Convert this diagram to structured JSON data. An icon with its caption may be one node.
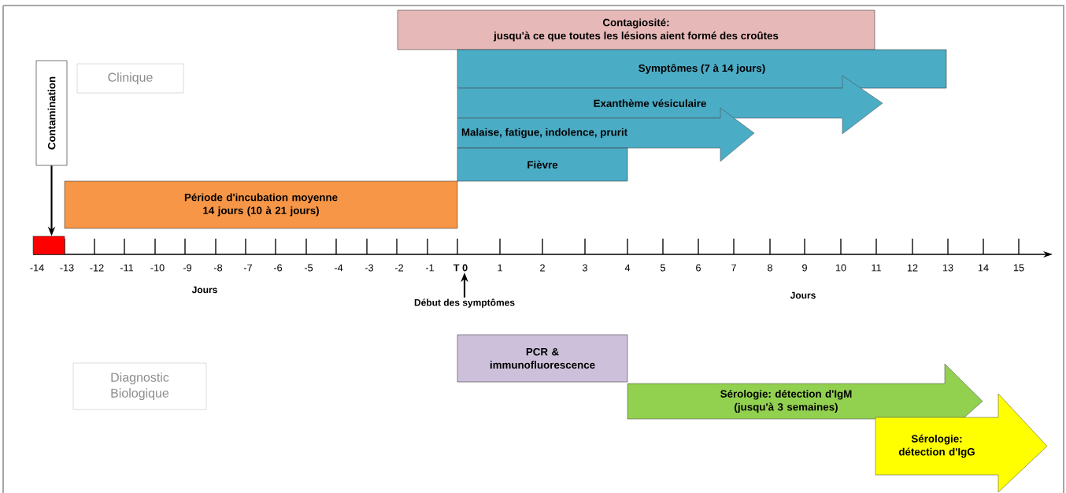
{
  "diagram": {
    "nodes": [
      {
        "text": [
          "Contagiosité:",
          "jusqu'à ce que toutes les lésions aient formé des croûtes"
        ]
      },
      {
        "text": [
          "Contamination"
        ]
      },
      {
        "text": [
          "Clinique"
        ]
      },
      {
        "text": [
          "Symptômes (7 à 14 jours)"
        ]
      },
      {
        "text": [
          "Exanthème vésiculaire"
        ]
      },
      {
        "text": [
          "Malaise, fatigue, indolence, prurit"
        ]
      },
      {
        "text": [
          "Fièvre"
        ]
      },
      {
        "text": [
          "Période d'incubation moyenne 14 jours (10 à 21 jours)"
        ]
      },
      {
        "text": [],
        "shape": "bar"
      },
      {
        "text": [
          "T 0"
        ]
      },
      {
        "text": [
          "Début des symptômes"
        ]
      },
      {
        "text": [
          "Diagnostic Biologique"
        ]
      },
      {
        "text": [
          "PCR & immunofluorescence"
        ]
      },
      {
        "text": [
          "Sérologie: détection d'IgM (jusqu'à 3 semaines)"
        ]
      },
      {
        "text": [
          "Sérologie: détection d'IgG"
        ]
      }
    ],
    "edges": [
      {
        "from": 1,
        "to": 8,
        "arrow": "to"
      },
      {
        "from": 10,
        "to": 9,
        "arrow": "to"
      }
    ],
    "labels": [
      "-14",
      "-13",
      "-12",
      "-11",
      "-10",
      "-9",
      "-8",
      "-7",
      "-6",
      "-5",
      "-4",
      "-3",
      "-2",
      "-1",
      "1",
      "2",
      "3",
      "4",
      "5",
      "6",
      "7",
      "8",
      "9",
      "10",
      "11",
      "12",
      "13",
      "14",
      "15",
      "Jours",
      "Jours"
    ]
  }
}
